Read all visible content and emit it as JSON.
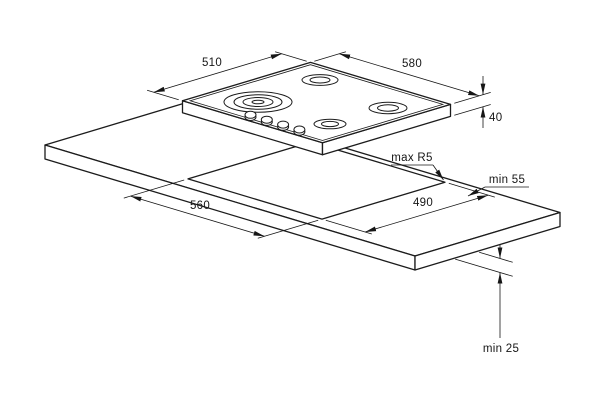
{
  "diagram": {
    "labels": {
      "hob_depth": "510",
      "hob_width": "580",
      "hob_height": "40",
      "cutout_width": "560",
      "cutout_depth": "490",
      "corner_radius": "max R5",
      "edge_clearance": "min 55",
      "worktop_thickness": "min 25"
    },
    "colors": {
      "line": "#1c1c1c",
      "background": "#ffffff"
    }
  }
}
